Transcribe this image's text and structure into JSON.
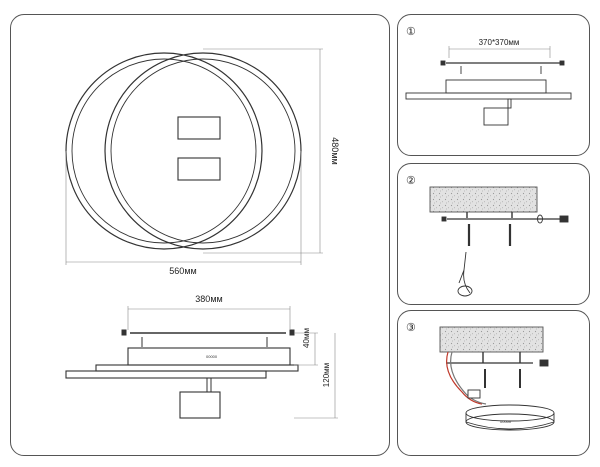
{
  "main_view": {
    "width_label": "560мм",
    "height_label": "480мм"
  },
  "side_view": {
    "mount_width_label": "380мм",
    "mount_depth_label": "40мм",
    "total_depth_label": "120мм"
  },
  "step1": {
    "number": "①",
    "spacing_label": "370*370мм"
  },
  "step2": {
    "number": "②"
  },
  "step3": {
    "number": "③"
  }
}
